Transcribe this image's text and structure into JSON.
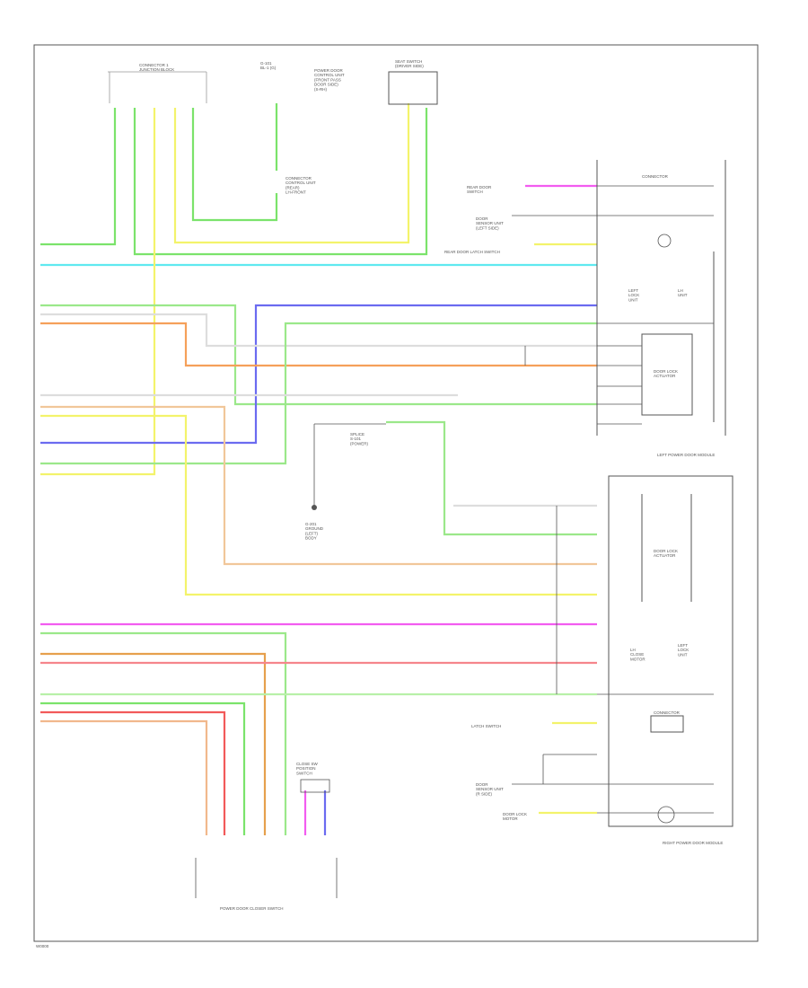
{
  "diagram": {
    "footer_code": "W0000",
    "top_labels": {
      "connector_left": "CONNECTOR 1\nJUNCTION BLOCK",
      "gnd_point": "G-101\nBL-1 (G)",
      "splice_note": "POWER DOOR\nCONTROL UNIT\n(FRONT PASS\nDOOR SIDE)\n(S-RH)",
      "seat_switch": "SEAT SWITCH\n(DRIVER SIDE)",
      "center_note": "CONNECTOR\nCONTROL UNIT\n(REAR)\nLH-FRONT"
    },
    "right_labels": {
      "top_header": "CONNECTOR",
      "r1": "REAR DOOR\nSWITCH",
      "r2": "DOOR\nSENSOR UNIT\n(LEFT SIDE)",
      "r3": "REAR DOOR LATCH SWITCH",
      "lock_box": "DOOR LOCK\nACTUATOR",
      "unit_a": "LEFT\nLOCK\nUNIT",
      "unit_b": "LH\nUNIT",
      "left_door_module": "LEFT POWER DOOR MODULE",
      "lock_box2": "DOOR LOCK\nACTUATOR",
      "unit_c": "LH\nCLOSE\nMOTOR",
      "unit_d": "LEFT\nLOCK\nUNIT",
      "connector2": "CONNECTOR",
      "r4": "LATCH SWITCH",
      "r5": "DOOR\nSENSOR UNIT\n(R SIDE)",
      "r6": "DOOR LOCK\nMOTOR",
      "right_door_module": "RIGHT POWER DOOR MODULE"
    },
    "middle_labels": {
      "splice_mid": "SPLICE\nS-101\n(POWER)",
      "ground": "G-201\nGROUND\n(LEFT)\nBODY"
    },
    "bottom_labels": {
      "rear_switch": "CLOSE SW\nPOSITION\nSWITCH",
      "bottom_module": "POWER DOOR CLOSER SWITCH"
    }
  }
}
